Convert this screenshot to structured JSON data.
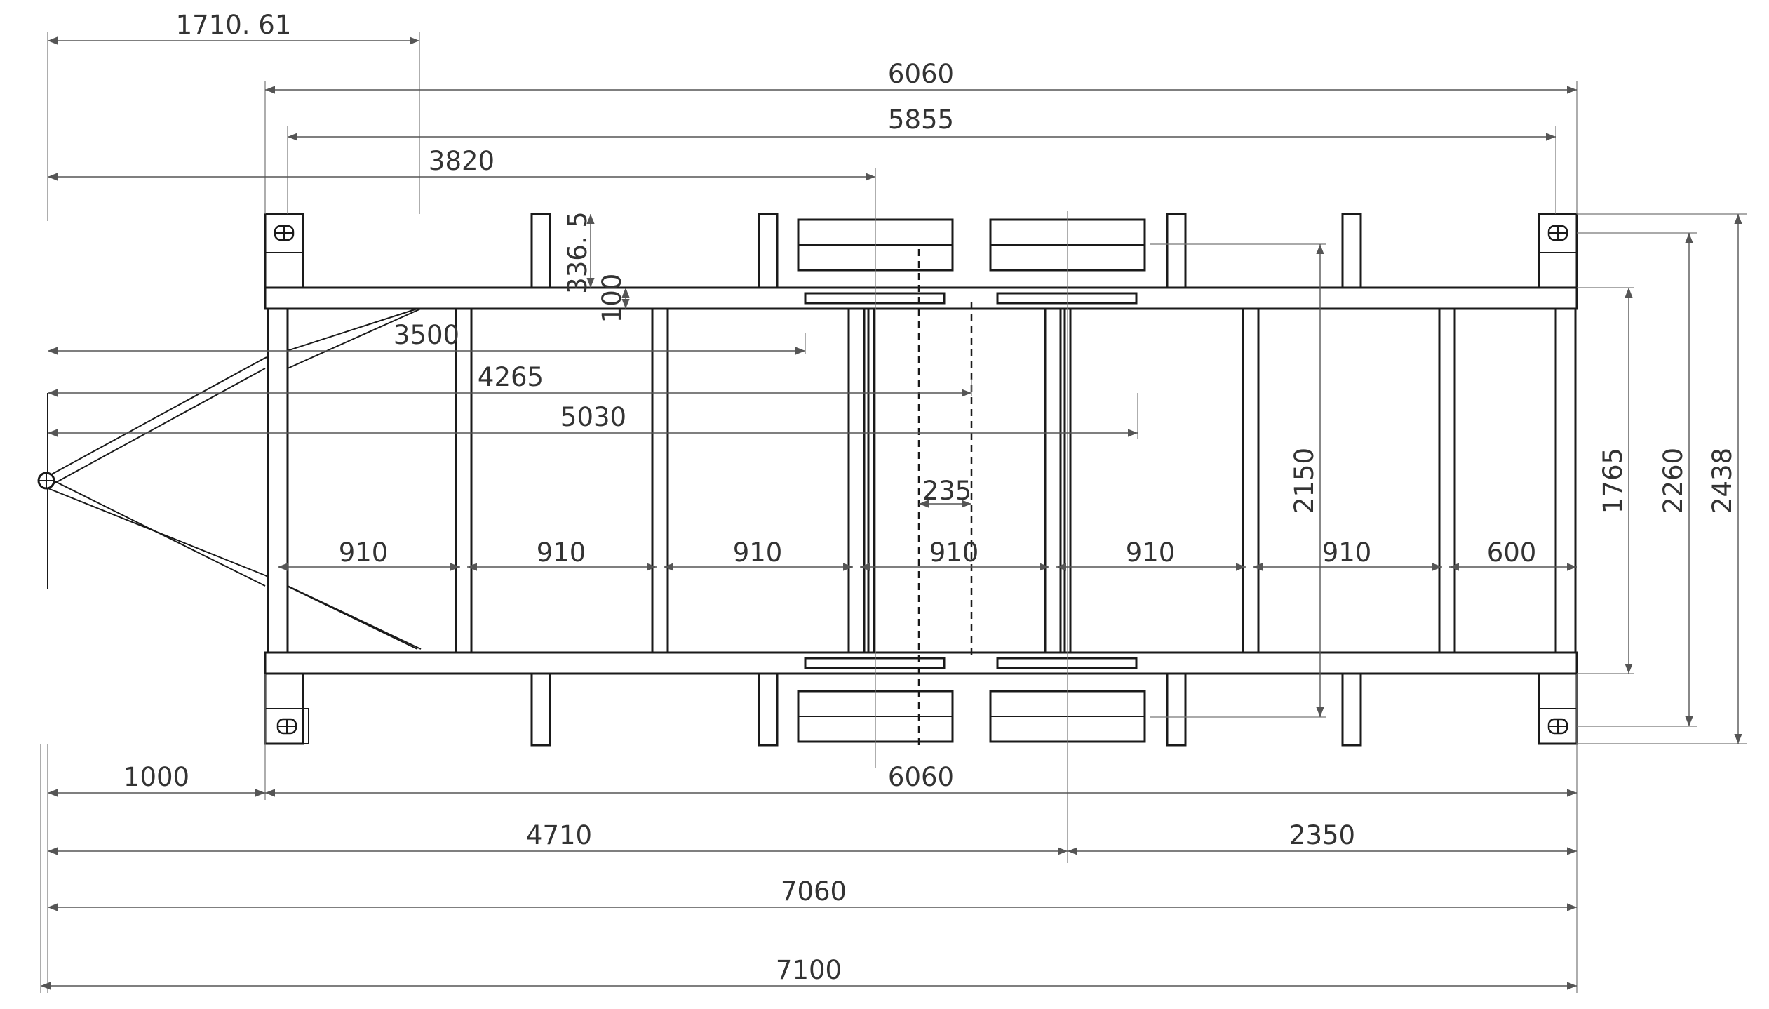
{
  "dimensions": {
    "top_1710": "1710. 61",
    "top_6060": "6060",
    "top_5855": "5855",
    "top_3820": "3820",
    "d_3365": "336. 5",
    "d_100": "100",
    "d_3500": "3500",
    "d_4265": "4265",
    "d_5030": "5030",
    "d_235": "235",
    "spacing": [
      "910",
      "910",
      "910",
      "910",
      "910",
      "910",
      "600"
    ],
    "v_2150": "2150",
    "v_1765": "1765",
    "v_2260": "2260",
    "v_2438": "2438",
    "bot_1000": "1000",
    "bot_6060": "6060",
    "bot_4710": "4710",
    "bot_2350": "2350",
    "bot_7060": "7060",
    "bot_7100": "7100"
  }
}
